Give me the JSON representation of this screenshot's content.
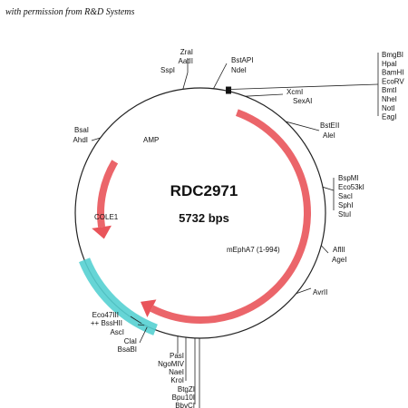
{
  "credit": "with permission from R&D Systems",
  "plasmid": {
    "name": "RDC2971",
    "size": "5732 bps"
  },
  "features": [
    {
      "id": "amp",
      "label": "AMP",
      "start": 301,
      "end": 255,
      "color": "#e9545a"
    },
    {
      "id": "mepha7",
      "label": "mEphA7 (1-994)",
      "start": 20,
      "end": 214,
      "color": "#e9545a"
    },
    {
      "id": "cole1",
      "label": "COLE1",
      "start": 248,
      "end": 201,
      "color": "#55d0d2"
    }
  ],
  "sites": {
    "top": [
      "SspI",
      "AatII",
      "ZraI"
    ],
    "topright": [
      "NdeI",
      "BstAPI"
    ],
    "mcs": [
      "BmgBI",
      "HpaI",
      "BamHI",
      "EcoRV",
      "BmtI",
      "NheI",
      "NotI",
      "EagI"
    ],
    "xcmi": [
      "XcmI",
      "SexAI"
    ],
    "bsteii": [
      "BstEII",
      "AleI"
    ],
    "bspmi": [
      "BspMI",
      "Eco53kI",
      "SacI",
      "SphI",
      "StuI"
    ],
    "aflii": [
      "AflII",
      "AgeI"
    ],
    "avrii": [
      "AvrII"
    ],
    "left": [
      "BsaI",
      "AhdI"
    ],
    "lowleft": [
      "Eco47III",
      "++ BssHII",
      "AscI",
      "ClaI",
      "BsaBI"
    ],
    "bottom": [
      "PasI",
      "NgoMIV",
      "NaeI",
      "KroI",
      "BtgZI",
      "Bpu10I",
      "BbvCI"
    ]
  }
}
